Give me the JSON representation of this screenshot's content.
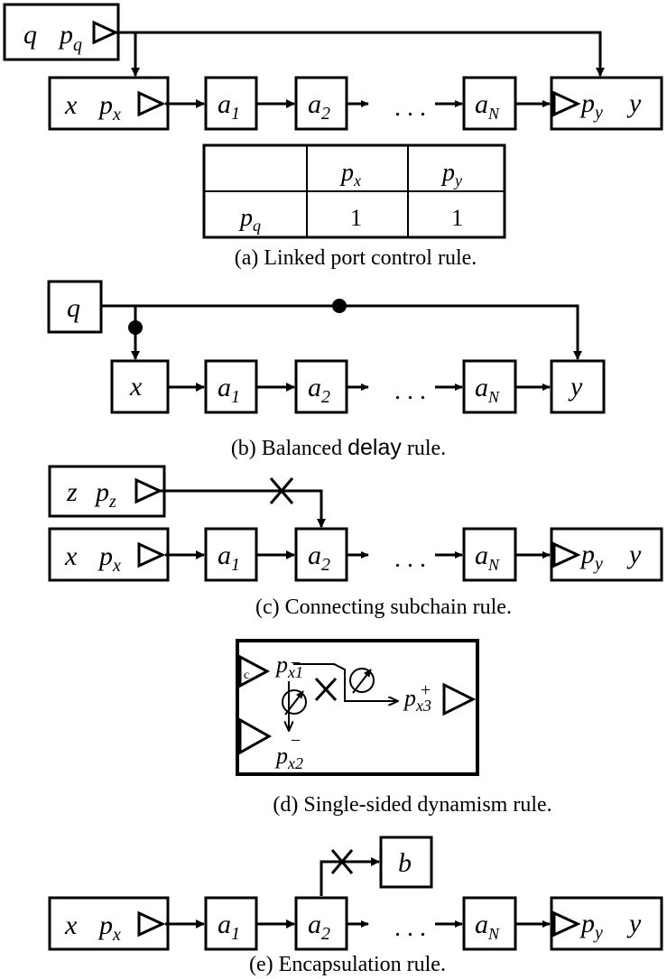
{
  "labels": {
    "q": "q",
    "x": "x",
    "y": "y",
    "z": "z",
    "b": "b",
    "p": "p",
    "a": "a",
    "sub_q": "q",
    "sub_x": "x",
    "sub_y": "y",
    "sub_z": "z",
    "sub_1": "1",
    "sub_2": "2",
    "sub_N": "N",
    "ellipsis": ". . .",
    "sub_x1": "x1",
    "sub_x2": "x2",
    "sub_x3": "x3",
    "minus": "−",
    "plus": "+",
    "c": "c"
  },
  "table": {
    "col_px": "p",
    "col_px_sub": "x",
    "col_py": "p",
    "col_py_sub": "y",
    "row_pq": "p",
    "row_pq_sub": "q",
    "val_1": "1",
    "val_2": "1"
  },
  "captions": {
    "a": "(a) Linked port control rule.",
    "b_pre": "(b) Balanced ",
    "b_mid": "delay",
    "b_post": " rule.",
    "c": "(c) Connecting subchain rule.",
    "d": "(d) Single-sided dynamism rule.",
    "e": "(e) Encapsulation rule."
  }
}
